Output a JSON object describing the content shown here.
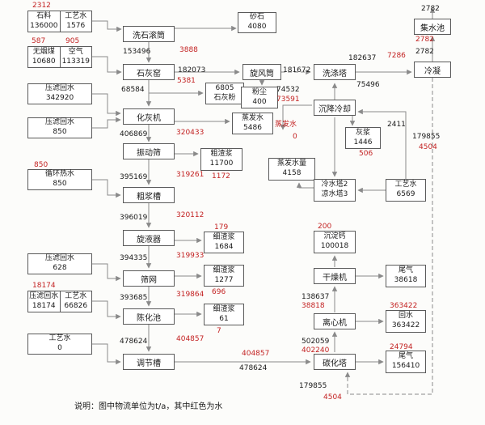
{
  "caption": "说明：图中物流单位为t/a，其中红色为水",
  "units": {
    "wash_drum": "洗石滚筒",
    "lime_kiln": "石灰窑",
    "cyclone": "旋风筒",
    "wash_tower": "洗涤塔",
    "condenser": "冷凝",
    "collect_pool": "集水池",
    "slaker": "化灰机",
    "settle_cool": "沉降冷却",
    "vib_screen": "振动筛",
    "coarse_tank": "粗浆槽",
    "hydrocyclone": "旋液器",
    "sieve": "筛网",
    "aging_pool": "陈化池",
    "adjust_tank": "调节槽",
    "carbon_tower": "碳化塔",
    "centrifuge": "离心机",
    "dryer": "干燥机"
  },
  "boxes": {
    "sand": {
      "line1": "砂石",
      "line2": "4080"
    },
    "lime_powder": {
      "line1": "6805",
      "line2": "石灰粉"
    },
    "filtrate1": {
      "line1": "压滤回水",
      "line2": "342920"
    },
    "dust": {
      "line1": "粉尘",
      "line2": "400"
    },
    "evap_water": {
      "line1": "蒸发水",
      "line2": "5486"
    },
    "filtrate2": {
      "line1": "压滤回水",
      "line2": "850"
    },
    "ash_slurry": {
      "line1": "灰浆",
      "line2": "1446"
    },
    "coarse_slag": {
      "line1": "粗渣浆",
      "line2": "11700"
    },
    "evap_amount": {
      "line1": "蒸发水量",
      "line2": "4158"
    },
    "cooling_towers": {
      "line1": "冷水塔2",
      "line2": "凉水塔3"
    },
    "process_water_6569": {
      "line1": "工艺水",
      "line2": "6569"
    },
    "circ_hot_water": {
      "line1": "循环热水",
      "line2": "850"
    },
    "fine_slag_1684": {
      "line1": "细渣浆",
      "line2": "1684"
    },
    "precip_calcium": {
      "line1": "沉淀钙",
      "line2": "100018"
    },
    "filtrate3": {
      "line1": "压滤回水",
      "line2": "628"
    },
    "fine_slag_1277": {
      "line1": "细渣浆",
      "line2": "1277"
    },
    "tail_gas_38618": {
      "line1": "尾气",
      "line2": "38618"
    },
    "fine_slag_61": {
      "line1": "细渣浆",
      "line2": "61"
    },
    "back_water": {
      "line1": "回水",
      "line2": "363422"
    },
    "process_water_0": {
      "line1": "工艺水",
      "line2": "0"
    },
    "tail_gas_156410": {
      "line1": "尾气",
      "line2": "156410"
    }
  },
  "dual_boxes": {
    "stone_pw": {
      "a1": "石料",
      "a2": "136000",
      "b1": "工艺水",
      "b2": "1576"
    },
    "coal_air": {
      "a1": "无烟煤",
      "a2": "10680",
      "b1": "空气",
      "b2": "113319"
    },
    "filtrate_pw": {
      "a1": "压滤回水",
      "a2": "18174",
      "b1": "工艺水",
      "b2": "66826"
    }
  },
  "labels": {
    "b_153496": "153496",
    "b_182073": "182073",
    "b_181672": "181672",
    "b_182637": "182637",
    "b_2782_top": "2782",
    "b_2782_mid": "2782",
    "b_68584": "68584",
    "b_74532": "74532",
    "b_75496": "75496",
    "b_2411": "2411",
    "b_179855_right": "179855",
    "b_406869": "406869",
    "b_395169": "395169",
    "b_396019": "396019",
    "b_394335": "394335",
    "b_393685": "393685",
    "b_478624_left": "478624",
    "b_478624_mid": "478624",
    "b_502059": "502059",
    "b_138637": "138637",
    "b_179855_bottom": "179855",
    "r_2312": "2312",
    "r_3888": "3888",
    "r_587": "587",
    "r_905": "905",
    "r_5381": "5381",
    "r_7286": "7286",
    "r_2782": "2782",
    "r_73591": "73591",
    "r_evap_label": "蒸发水",
    "r_evap_zero": "0",
    "r_506": "506",
    "r_4504_right": "4504",
    "r_320433": "320433",
    "r_319261": "319261",
    "r_1172": "1172",
    "r_850": "850",
    "r_320112": "320112",
    "r_179": "179",
    "r_200": "200",
    "r_319933": "319933",
    "r_696": "696",
    "r_18174": "18174",
    "r_319864": "319864",
    "r_7": "7",
    "r_404857_left": "404857",
    "r_404857_mid": "404857",
    "r_402240": "402240",
    "r_38818": "38818",
    "r_363422": "363422",
    "r_24794": "24794",
    "r_4504_bottom": "4504"
  }
}
